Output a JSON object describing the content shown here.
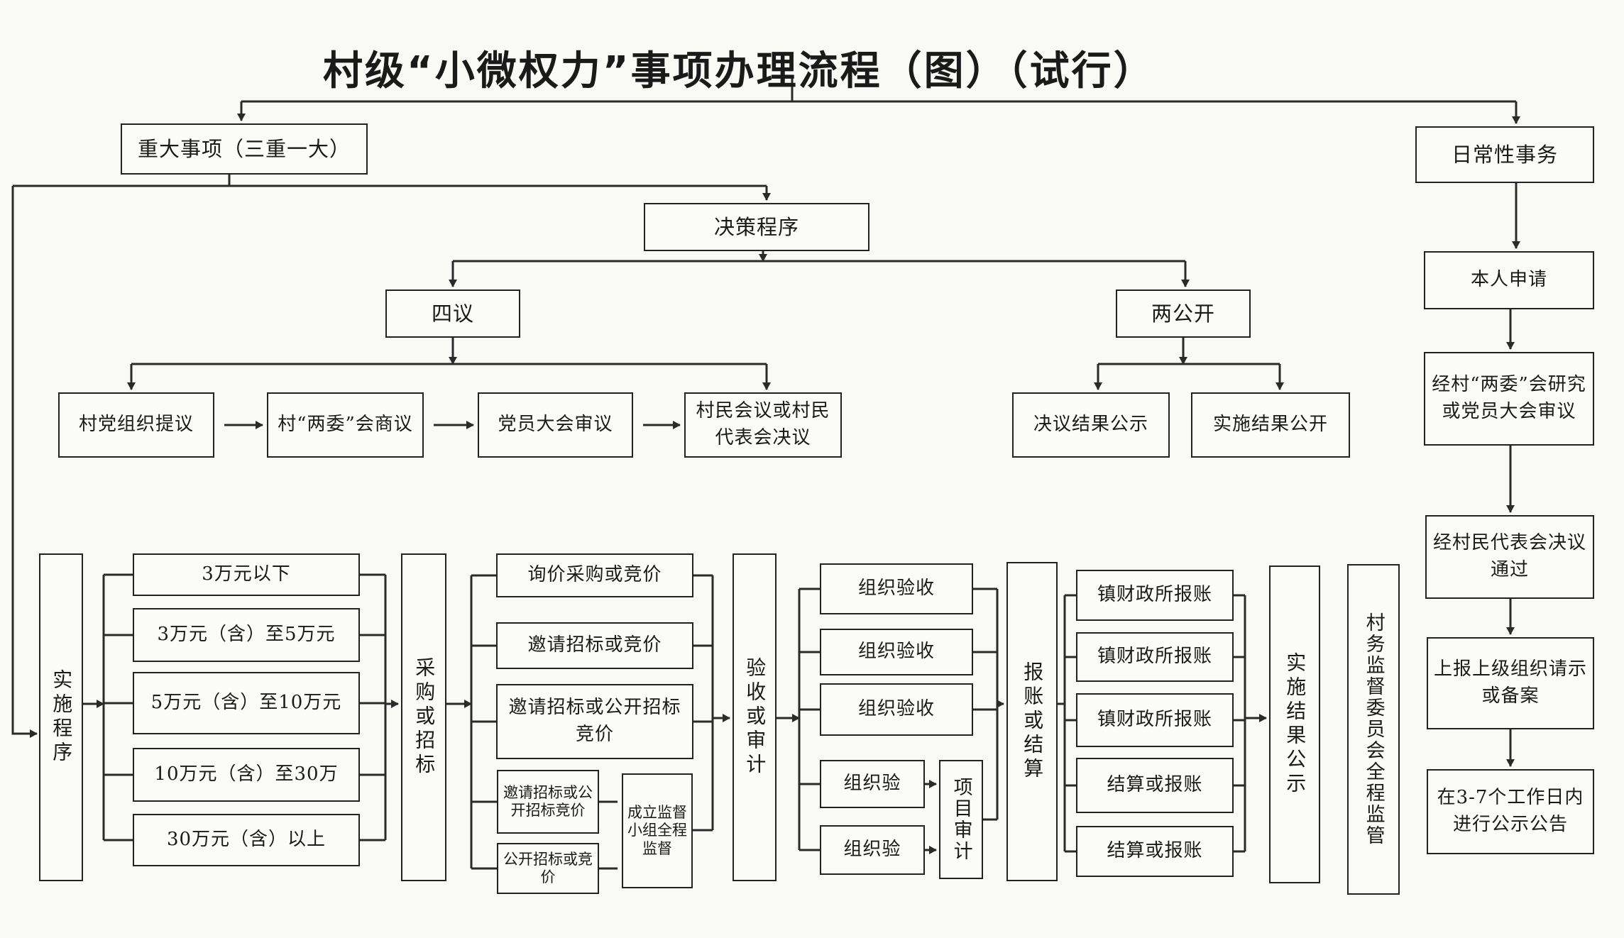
{
  "title": "村级“小微权力”事项办理流程（图）（试行）",
  "branches": {
    "major": "重大事项（三重一大）",
    "daily": "日常性事务"
  },
  "decision": {
    "label": "决策程序",
    "four_discussions": "四议",
    "two_disclosures": "两公开",
    "steps": [
      "村党组织提议",
      "村“两委”会商议",
      "党员大会审议",
      "村民会议或村民代表会决议"
    ],
    "disclosures": [
      "决议结果公示",
      "实施结果公开"
    ]
  },
  "daily_steps": [
    "本人申请",
    "经村“两委”会研究或党员大会审议",
    "经村民代表会决议通过",
    "上报上级组织请示或备案",
    "在3-7个工作日内进行公示公告"
  ],
  "implementation": {
    "label": "实施程序",
    "amounts": [
      "3万元以下",
      "3万元（含）至5万元",
      "5万元（含）至10万元",
      "10万元（含）至30万",
      "30万元（含）以上"
    ],
    "procurement_label": "采购或招标",
    "procurement": [
      "询价采购或竞价",
      "邀请招标或竞价",
      "邀请招标或公开招标竞价",
      "邀请招标或公开招标竞价",
      "公开招标或竞价"
    ],
    "supervision_group": "成立监督小组全程监督",
    "acceptance_label": "验收或审计",
    "acceptance": [
      "组织验收",
      "组织验收",
      "组织验收",
      "组织验",
      "组织验"
    ],
    "project_audit": "项目审计",
    "settlement_label": "报账或结算",
    "settlement": [
      "镇财政所报账",
      "镇财政所报账",
      "镇财政所报账",
      "结算或报账",
      "结算或报账"
    ],
    "result_disclosure": "实施结果公示",
    "committee": "村务监督委员会全程监管"
  },
  "colors": {
    "line": "#2a2a2a",
    "box_border": "#222222",
    "background": "#f9f9f6"
  }
}
